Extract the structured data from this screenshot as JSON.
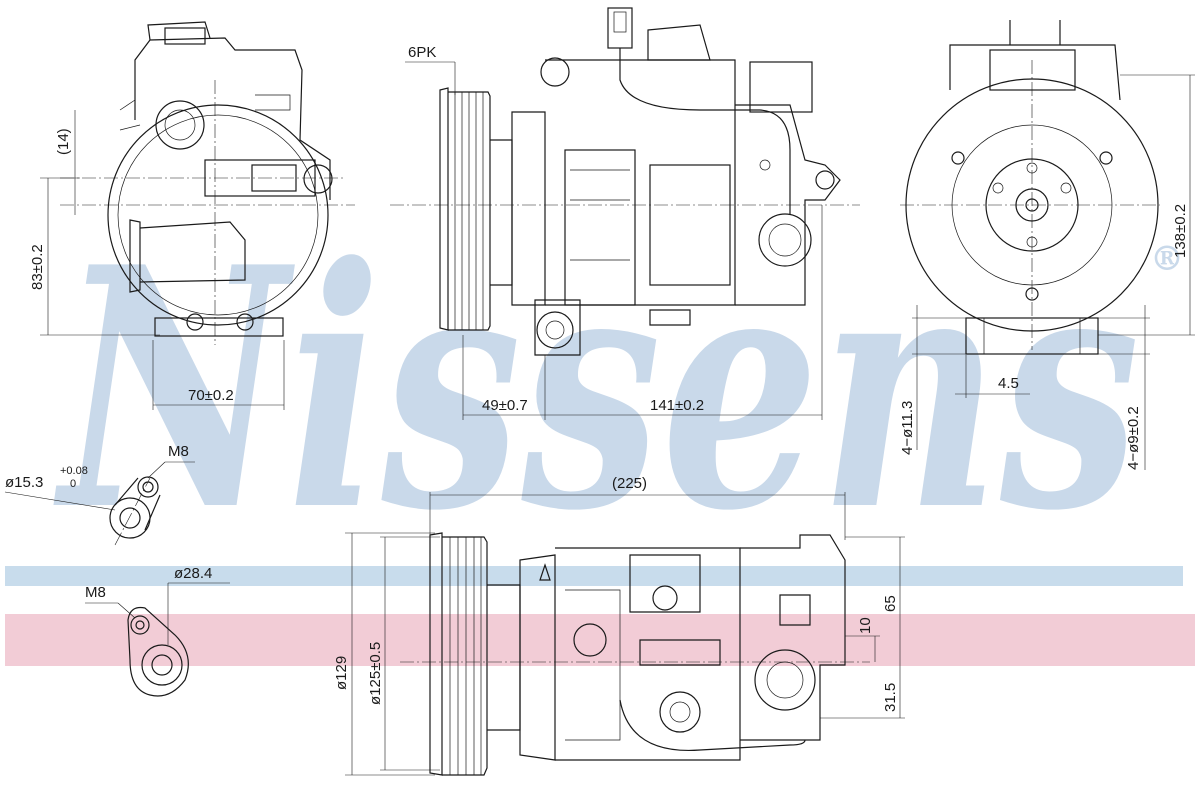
{
  "brand": {
    "watermark": "Nissens",
    "registered": "®",
    "band_blue": "#c8dcec",
    "band_red": "#f2ccd6",
    "watermark_color": "#c9d9ea"
  },
  "labels": {
    "belt": "6PK",
    "dim_14": "(14)",
    "dim_83": "83±0.2",
    "dim_70": "70±0.2",
    "dim_49": "49±0.7",
    "dim_141": "141±0.2",
    "dim_138": "138±0.2",
    "dim_113": "4−ø11.3",
    "dim_45": "4.5",
    "dim_9": "4−ø9±0.2",
    "dim_225": "(225)",
    "dim_129": "ø129",
    "dim_125": "ø125±0.5",
    "dim_65": "65",
    "dim_10": "10",
    "dim_315": "31.5",
    "port1_thread": "M8",
    "port1_dia": "ø15.3",
    "port1_tol_upper": "+0.08",
    "port1_tol_lower": "0",
    "port2_thread": "M8",
    "port2_dia": "ø28.4"
  }
}
